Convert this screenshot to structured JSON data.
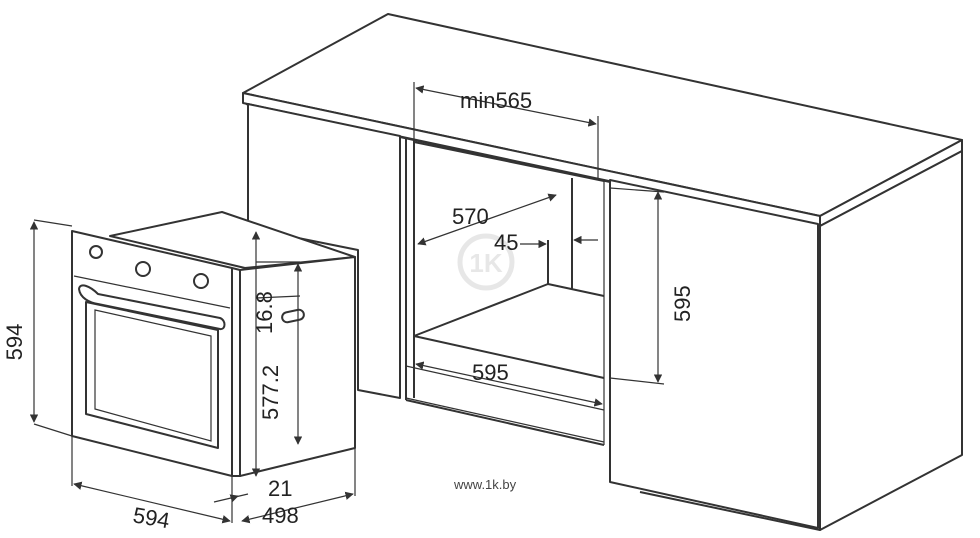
{
  "dimensions": {
    "oven_height": "594",
    "oven_width": "594",
    "panel_thickness": "21",
    "body_depth": "498",
    "top_offset": "16.8",
    "side_height": "577.2",
    "niche_min_depth": "min565",
    "niche_inner_width": "570",
    "vent_gap": "45",
    "niche_width": "595",
    "niche_height": "595"
  },
  "watermark": {
    "logo_text": "1K",
    "url": "www.1k.by"
  },
  "colors": {
    "line": "#333333",
    "text": "#222222",
    "background": "#ffffff",
    "watermark": "#d9d9d9"
  }
}
